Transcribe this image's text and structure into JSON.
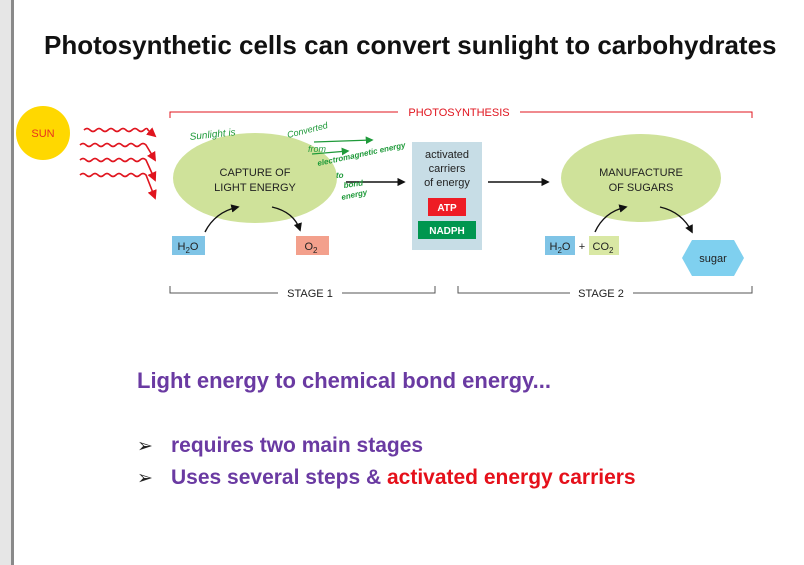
{
  "title": "Photosynthetic cells can convert sunlight to carbohydrates",
  "diagram": {
    "sun": "SUN",
    "photosynthesis": "PHOTOSYNTHESIS",
    "capture_line1": "CAPTURE OF",
    "capture_line2": "LIGHT ENERGY",
    "h2o_left": "H",
    "h2o_left_sub": "2",
    "h2o_left_tail": "O",
    "o2": "O",
    "o2_sub": "2",
    "carriers_line1": "activated",
    "carriers_line2": "carriers",
    "carriers_line3": "of energy",
    "atp": "ATP",
    "nadph": "NADPH",
    "manufacture_line1": "MANUFACTURE",
    "manufacture_line2": "OF SUGARS",
    "h2o_right": "H",
    "h2o_right_sub": "2",
    "h2o_right_tail": "O",
    "plus": "+",
    "co2": "CO",
    "co2_sub": "2",
    "sugar": "sugar",
    "stage1": "STAGE 1",
    "stage2": "STAGE 2",
    "handwriting": {
      "note1": "Sunlight is",
      "note2": "Converted",
      "note3": "from",
      "note4": "electromagnetic energy",
      "note5": "to",
      "note6": "bond",
      "note7": "energy"
    },
    "colors": {
      "sun": "#ffd800",
      "sun_text": "#e8321e",
      "rays": "#e0141e",
      "leaf": "#cfe29a",
      "carrier_box": "#c7dde6",
      "atp": "#ee1c25",
      "nadph": "#00964f",
      "water": "#7fc4e6",
      "oxygen": "#f3a08c",
      "co2": "#d9e8a4",
      "sugar": "#7fd0ef",
      "handwriting": "#1f9a3a"
    }
  },
  "subheading": "Light energy to chemical bond energy...",
  "bullets": [
    {
      "text": "requires two main stages",
      "highlight": ""
    },
    {
      "text": "Uses several steps & ",
      "highlight": "activated energy carriers"
    }
  ]
}
